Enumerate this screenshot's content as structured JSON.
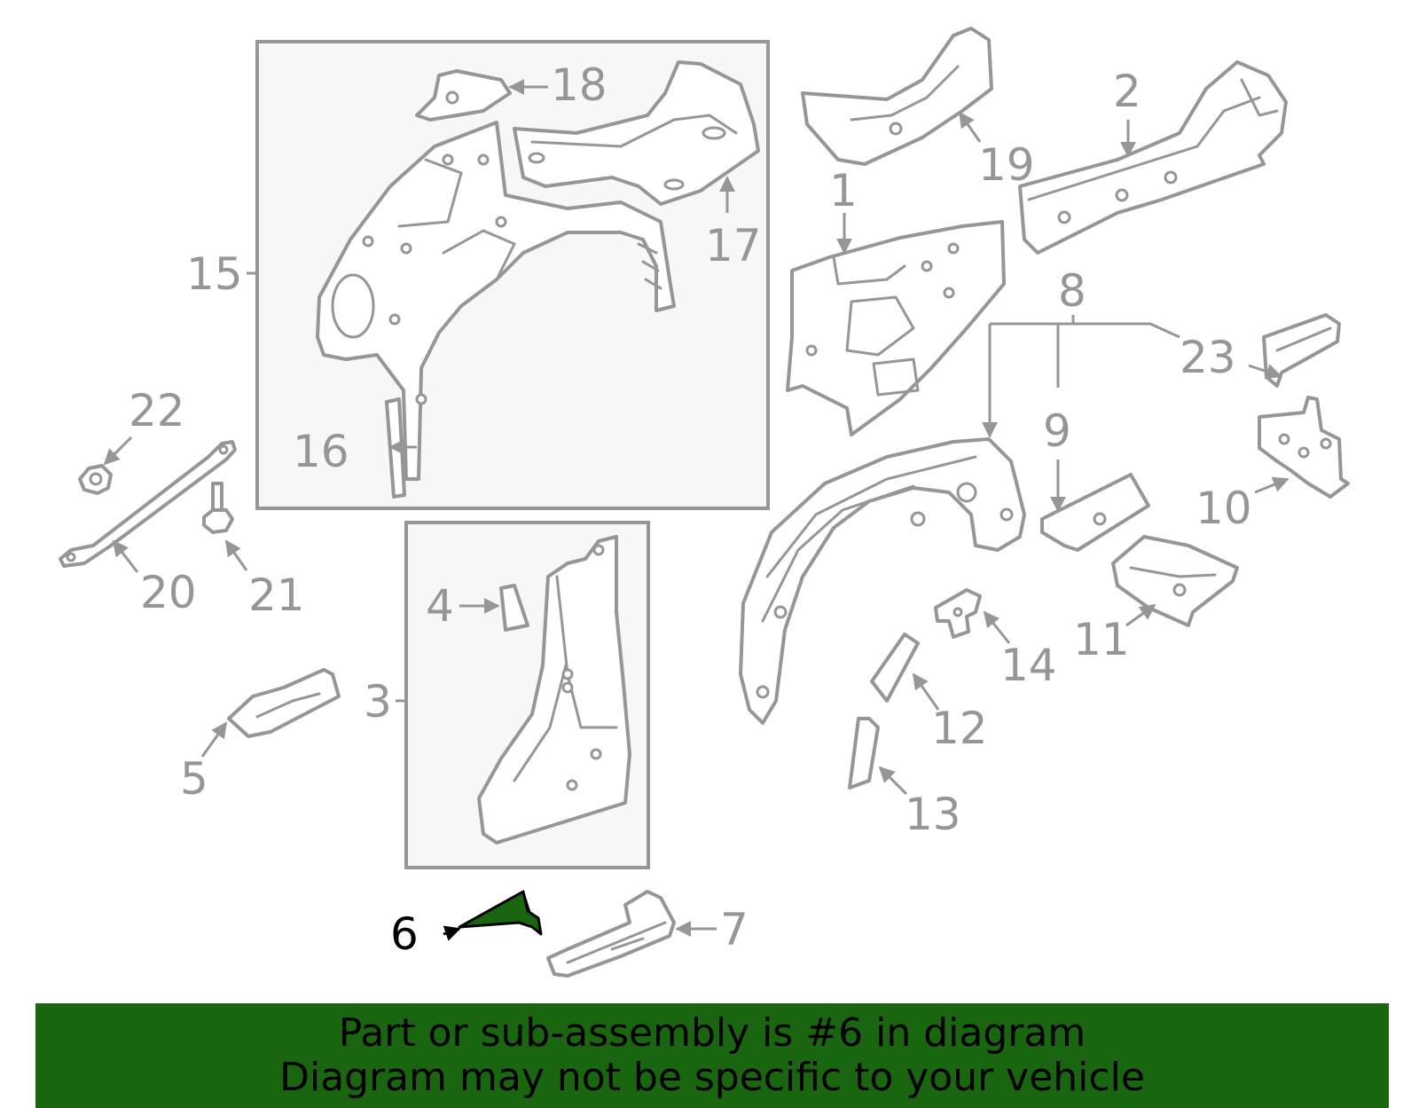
{
  "callouts": {
    "c1": "1",
    "c2": "2",
    "c3": "3",
    "c4": "4",
    "c5": "5",
    "c6": "6",
    "c7": "7",
    "c8": "8",
    "c9": "9",
    "c10": "10",
    "c11": "11",
    "c12": "12",
    "c13": "13",
    "c14": "14",
    "c15": "15",
    "c16": "16",
    "c17": "17",
    "c18": "18",
    "c19": "19",
    "c20": "20",
    "c21": "21",
    "c22": "22",
    "c23": "23"
  },
  "highlight": {
    "part": "6",
    "color": "#1a6610"
  },
  "banner": {
    "line1": "Part or sub-assembly is #6 in diagram",
    "line2": "Diagram may not be specific to your vehicle",
    "background": "#1a6610"
  },
  "colors": {
    "line": "#969696",
    "group_fill": "#f7f7f7",
    "highlight_text": "#000000"
  }
}
